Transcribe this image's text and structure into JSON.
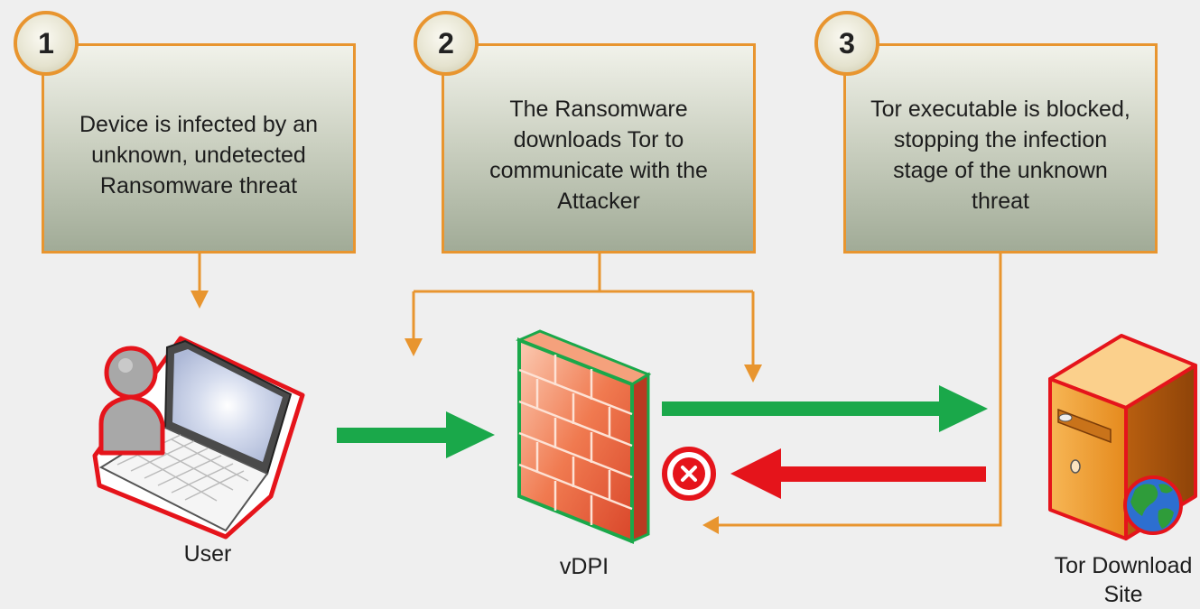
{
  "steps": [
    {
      "number": "1",
      "text": "Device is infected by an\nunknown, undetected\nRansomware threat"
    },
    {
      "number": "2",
      "text": "The Ransomware\ndownloads Tor to\ncommunicate with the\nAttacker"
    },
    {
      "number": "3",
      "text": "Tor executable is blocked,\nstopping the infection\nstage of the unknown\nthreat"
    }
  ],
  "nodes": {
    "user": "User",
    "vdpi": "vDPI",
    "tor_site": "Tor Download\nSite"
  },
  "colors": {
    "accent": "#e8952f",
    "allowed": "#1aa84a",
    "blocked": "#e5141b"
  }
}
